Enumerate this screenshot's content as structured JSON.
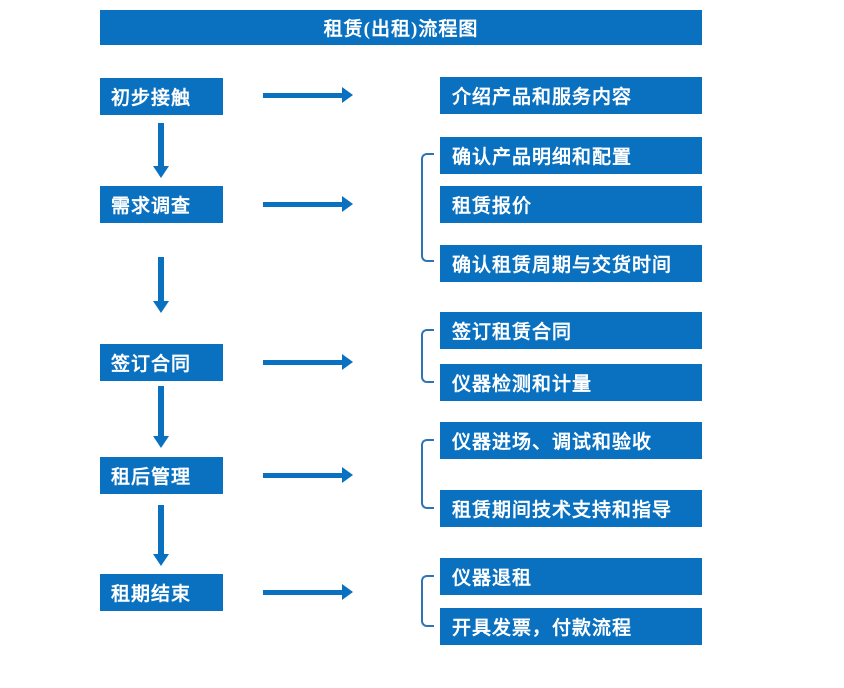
{
  "title": "租赁(出租)流程图",
  "colors": {
    "primary": "#0a70c0",
    "bracket": "#2e74b5",
    "box_text": "#ffffff",
    "background": "#ffffff"
  },
  "steps": [
    {
      "label": "初步接触",
      "details": [
        "介绍产品和服务内容"
      ]
    },
    {
      "label": "需求调查",
      "details": [
        "确认产品明细和配置",
        "租赁报价",
        "确认租赁周期与交货时间"
      ]
    },
    {
      "label": "签订合同",
      "details": [
        "签订租赁合同",
        "仪器检测和计量"
      ]
    },
    {
      "label": "租后管理",
      "details": [
        "仪器进场、调试和验收",
        "租赁期间技术支持和指导"
      ]
    },
    {
      "label": "租期结束",
      "details": [
        "仪器退租",
        "开具发票，付款流程"
      ]
    }
  ]
}
